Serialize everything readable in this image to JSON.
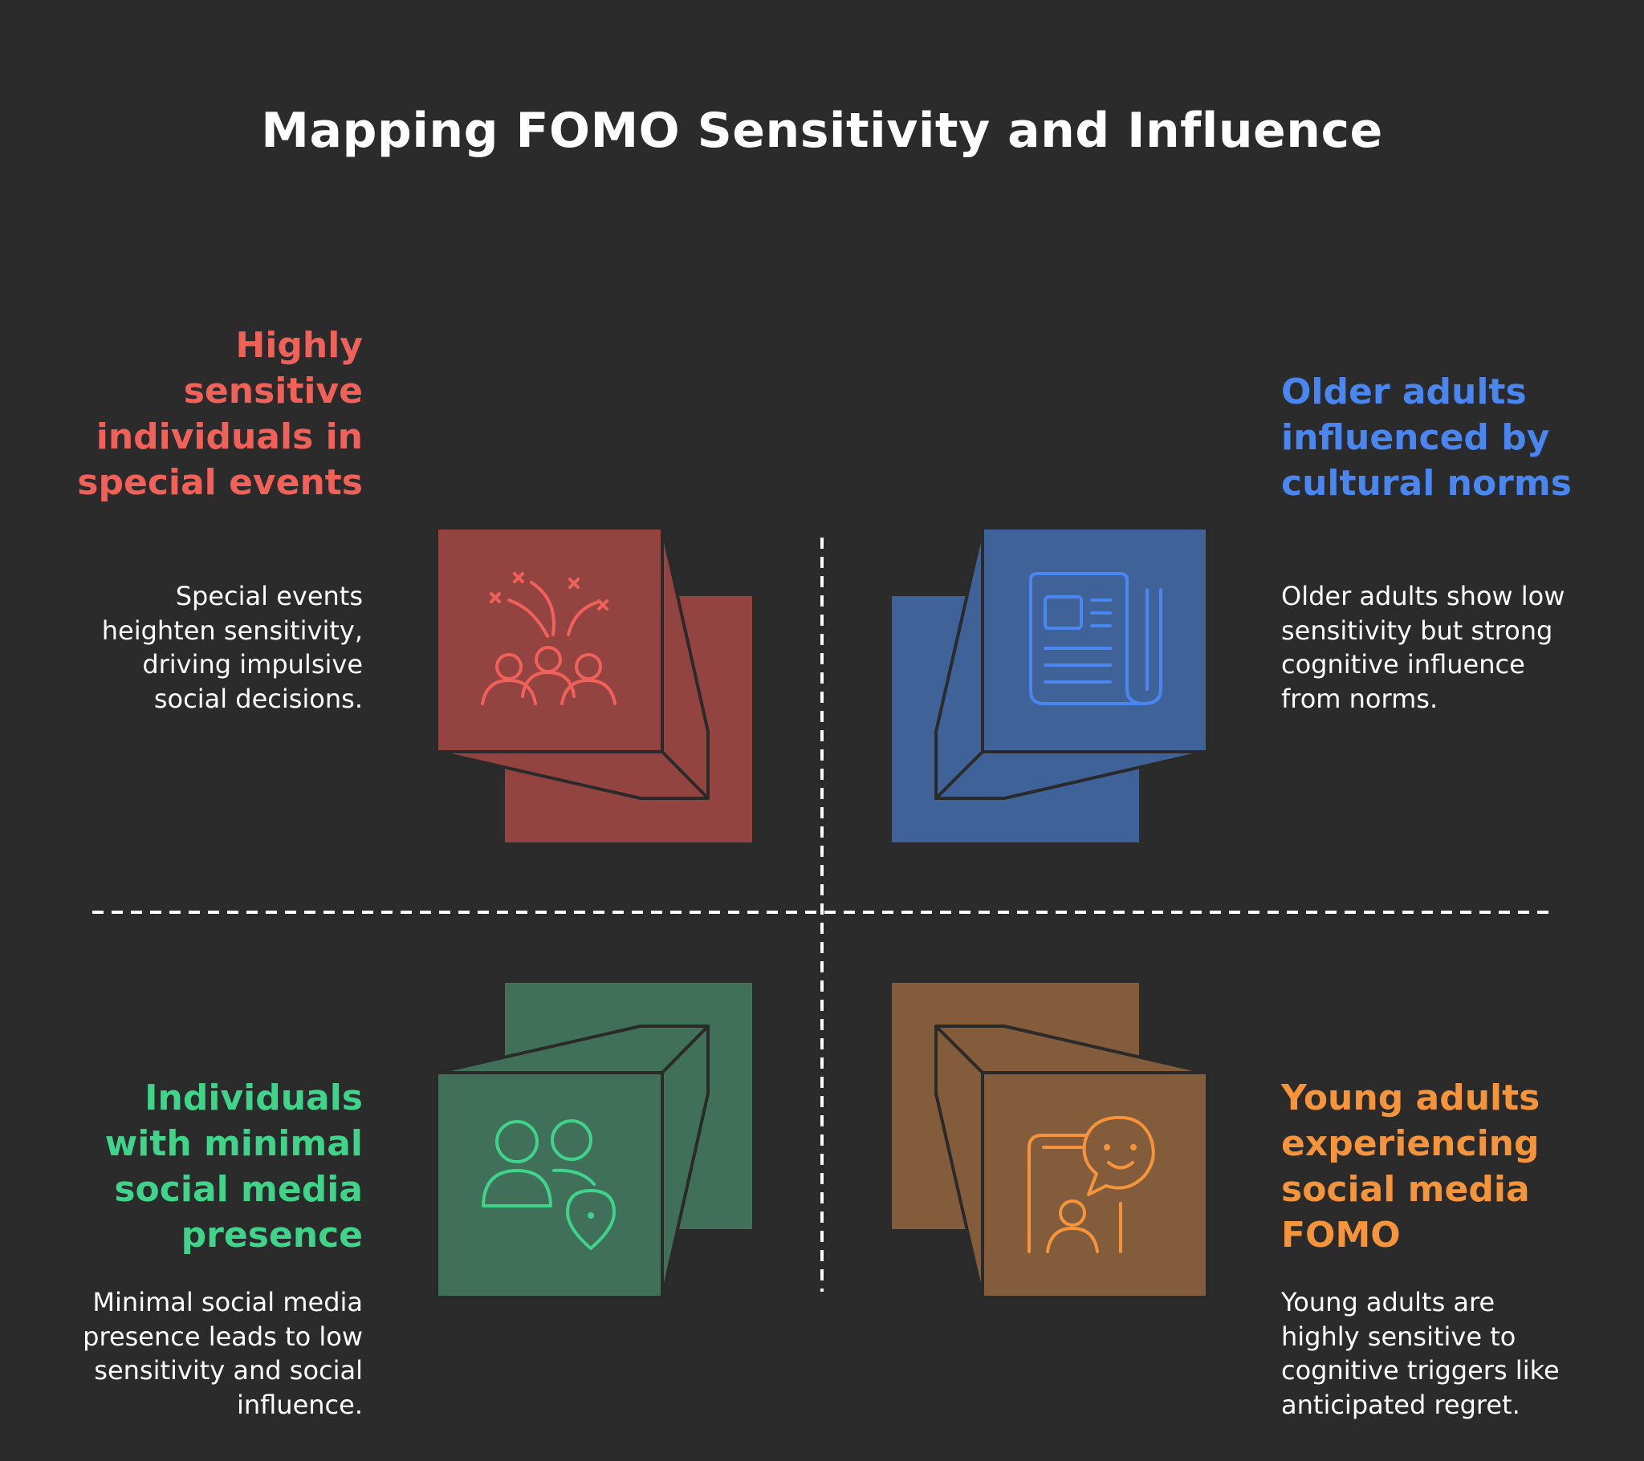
{
  "title": "Mapping FOMO Sensitivity and Influence",
  "quadrants": {
    "top_left": {
      "heading": "Highly sensitive individuals in special events",
      "description": "Special events heighten sensitivity, driving impulsive social decisions.",
      "color": "#f0615a",
      "box_color": "#944440",
      "icon": "celebration-people-icon"
    },
    "top_right": {
      "heading": "Older adults influenced by cultural norms",
      "description": "Older adults show low sensitivity but strong cognitive influence from norms.",
      "color": "#4a86f0",
      "box_color": "#3f6299",
      "icon": "newspaper-icon"
    },
    "bottom_left": {
      "heading": "Individuals with minimal social media presence",
      "description": "Minimal social media presence leads to low sensitivity and social influence.",
      "color": "#3fd48a",
      "box_color": "#41705a",
      "icon": "users-location-icon"
    },
    "bottom_right": {
      "heading": "Young adults experiencing social media FOMO",
      "description": "Young adults are highly sensitive to cognitive triggers like anticipated regret.",
      "color": "#f5943a",
      "box_color": "#825c3b",
      "icon": "phone-chat-person-icon"
    }
  },
  "colors": {
    "background": "#2b2b2b",
    "divider": "#ffffff",
    "outline": "#2a2a2a"
  }
}
